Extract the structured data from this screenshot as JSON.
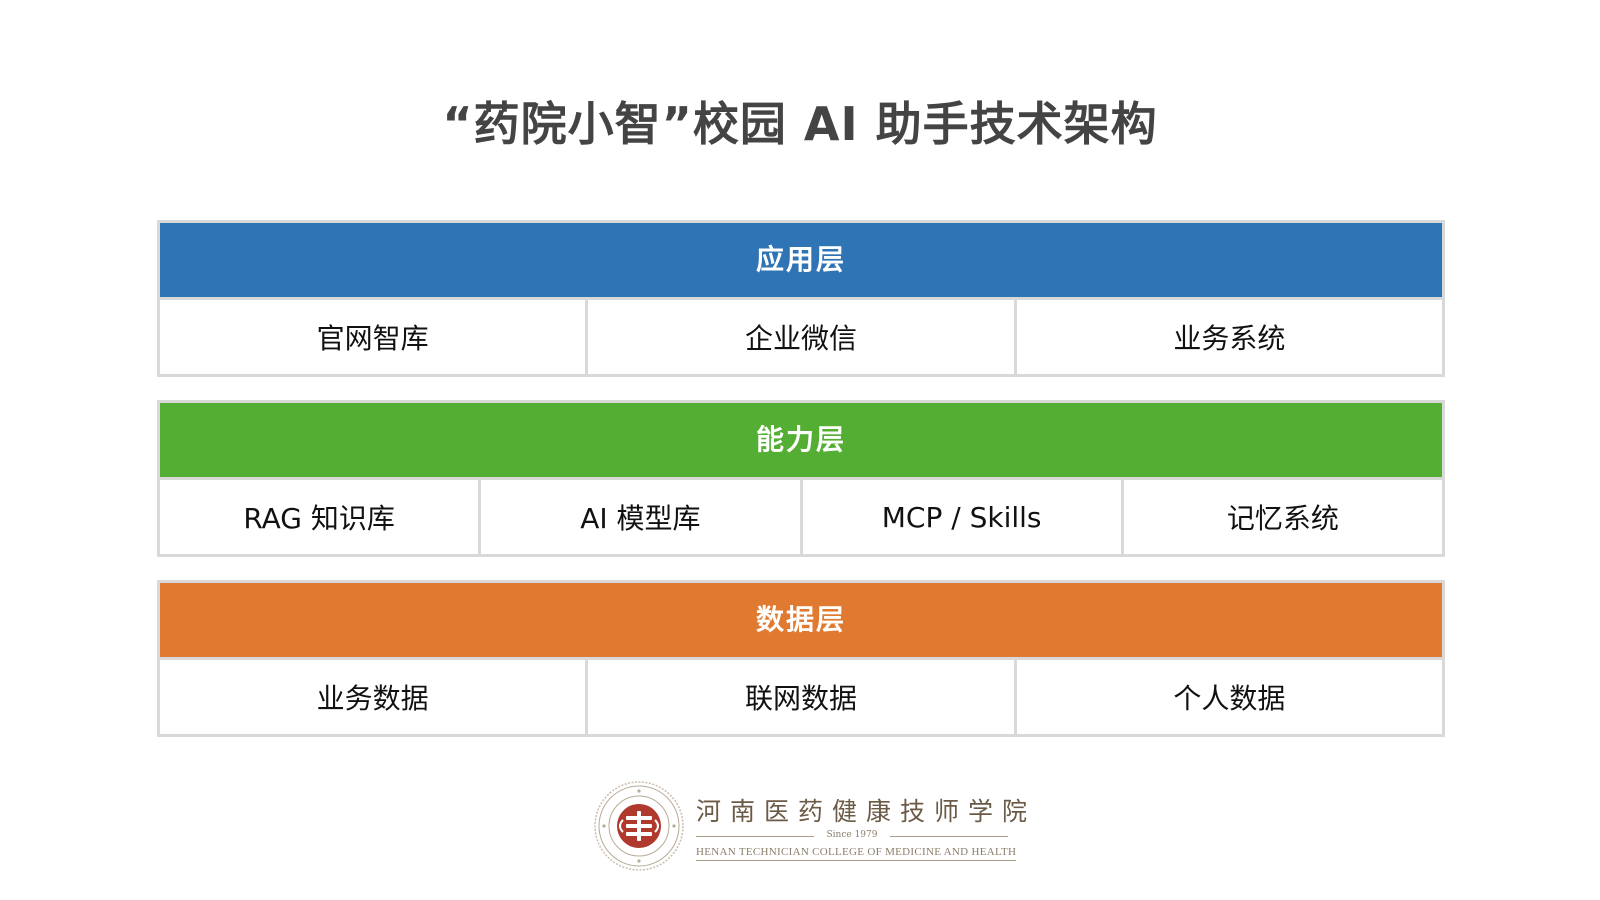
{
  "title": "“药院小智”校园 AI 助手技术架构",
  "layers": [
    {
      "name": "应用层",
      "color": "#2f74b5",
      "items": [
        "官网智库",
        "企业微信",
        "业务系统"
      ]
    },
    {
      "name": "能力层",
      "color": "#53ae33",
      "items": [
        "RAG 知识库",
        "AI 模型库",
        "MCP / Skills",
        "记忆系统"
      ]
    },
    {
      "name": "数据层",
      "color": "#e07a30",
      "items": [
        "业务数据",
        "联网数据",
        "个人数据"
      ]
    }
  ],
  "logo": {
    "name_cn": "河南医药健康技师学院",
    "since": "Since 1979",
    "name_en": "HENAN TECHNICIAN COLLEGE OF MEDICINE AND HEALTH",
    "seal_color": "#b0392e"
  }
}
